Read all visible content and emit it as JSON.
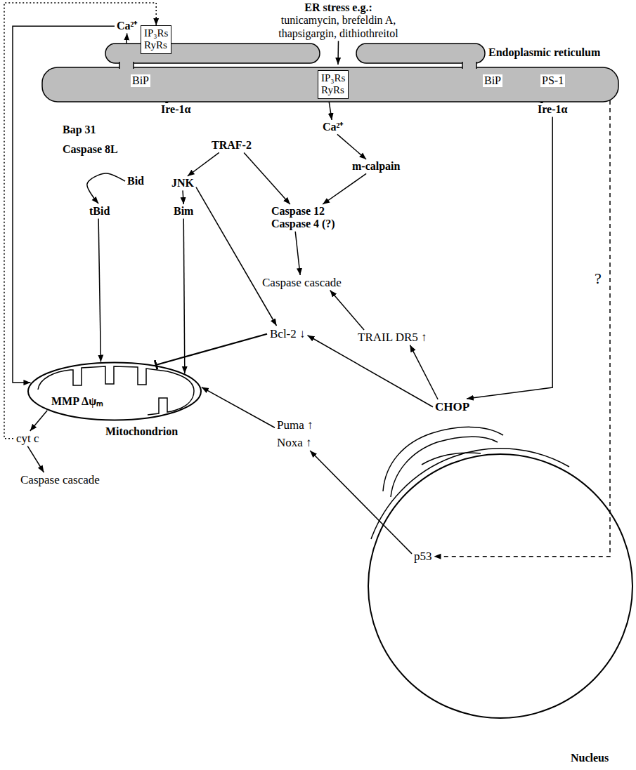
{
  "diagram": {
    "nodes": [
      {
        "text": [
          "ER stress e.g.:",
          "tunicamycin, brefeldin A, thapsigargin, dithiothreitol"
        ]
      },
      {
        "text": [
          "Ca²⁺"
        ]
      },
      {
        "text": [
          "IP₃Rs",
          "RyRs"
        ]
      },
      {
        "text": [
          "Endoplasmic reticulum"
        ]
      },
      {
        "text": [
          "BiP"
        ],
        "in": 3
      },
      {
        "text": [
          "Ire-1α"
        ]
      },
      {
        "text": [
          "IP₃Rs",
          "RyRs"
        ]
      },
      {
        "text": [
          "BiP"
        ],
        "in": 3
      },
      {
        "text": [
          "PS-1"
        ],
        "in": 3
      },
      {
        "text": [
          "Ire-1α"
        ]
      },
      {
        "text": [
          "Bap 31"
        ]
      },
      {
        "text": [
          "Caspase 8L"
        ]
      },
      {
        "text": [
          "TRAF-2"
        ]
      },
      {
        "text": [
          "Ca²⁺"
        ]
      },
      {
        "text": [
          "m-calpain"
        ]
      },
      {
        "text": [
          "Bid"
        ]
      },
      {
        "text": [
          "JNK"
        ]
      },
      {
        "text": [
          "tBid"
        ]
      },
      {
        "text": [
          "Bim"
        ]
      },
      {
        "text": [
          "Caspase 12",
          "Caspase 4 (?)"
        ]
      },
      {
        "text": [
          "Caspase cascade"
        ]
      },
      {
        "text": [
          "Bcl-2 ↓"
        ]
      },
      {
        "text": [
          "TRAIL DR5 ↑"
        ]
      },
      {
        "text": [
          "MMP Δψₘ",
          "Mitochondrion"
        ]
      },
      {
        "text": [
          "CHOP"
        ]
      },
      {
        "text": [
          "Puma ↑",
          "Noxa ↑"
        ]
      },
      {
        "text": [
          "cyt c"
        ]
      },
      {
        "text": [
          "Caspase cascade"
        ]
      },
      {
        "text": [
          "Nucleus"
        ]
      },
      {
        "text": [
          "p53"
        ],
        "in": 28
      }
    ],
    "edges": [
      {
        "from": 0,
        "to": 3,
        "arrow": "to"
      },
      {
        "from": 3,
        "to": 1,
        "arrow": "to"
      },
      {
        "from": 1,
        "to": 23,
        "arrow": "to"
      },
      {
        "from": 26,
        "to": 2,
        "arrow": "to"
      },
      {
        "from": 4,
        "to": 5,
        "arrow": "to"
      },
      {
        "from": 6,
        "to": 13,
        "arrow": "to"
      },
      {
        "from": 7,
        "to": 9,
        "arrow": "to"
      },
      {
        "from": 9,
        "to": 24,
        "arrow": "to"
      },
      {
        "from": 3,
        "to": 29,
        "arrow": "to"
      },
      {
        "from": 12,
        "to": 16,
        "arrow": "to"
      },
      {
        "from": 12,
        "to": 19,
        "arrow": "to"
      },
      {
        "from": 13,
        "to": 14,
        "arrow": "to"
      },
      {
        "from": 14,
        "to": 19,
        "arrow": "to"
      },
      {
        "from": 15,
        "to": 17,
        "arrow": "to"
      },
      {
        "from": 16,
        "to": 18,
        "arrow": "to"
      },
      {
        "from": 16,
        "to": 21,
        "arrow": "to"
      },
      {
        "from": 17,
        "to": 23,
        "arrow": "to"
      },
      {
        "from": 18,
        "to": 23,
        "arrow": "to"
      },
      {
        "from": 21,
        "to": 23,
        "arrow": "to"
      },
      {
        "from": 19,
        "to": 20,
        "arrow": "to"
      },
      {
        "from": 22,
        "to": 20,
        "arrow": "to"
      },
      {
        "from": 24,
        "to": 22,
        "arrow": "to"
      },
      {
        "from": 24,
        "to": 21,
        "arrow": "to"
      },
      {
        "from": 25,
        "to": 23,
        "arrow": "to"
      },
      {
        "from": 29,
        "to": 25,
        "arrow": "to"
      },
      {
        "from": 23,
        "to": 26,
        "arrow": "to"
      },
      {
        "from": 26,
        "to": 27,
        "arrow": "to"
      }
    ],
    "labels": [
      "?"
    ]
  }
}
